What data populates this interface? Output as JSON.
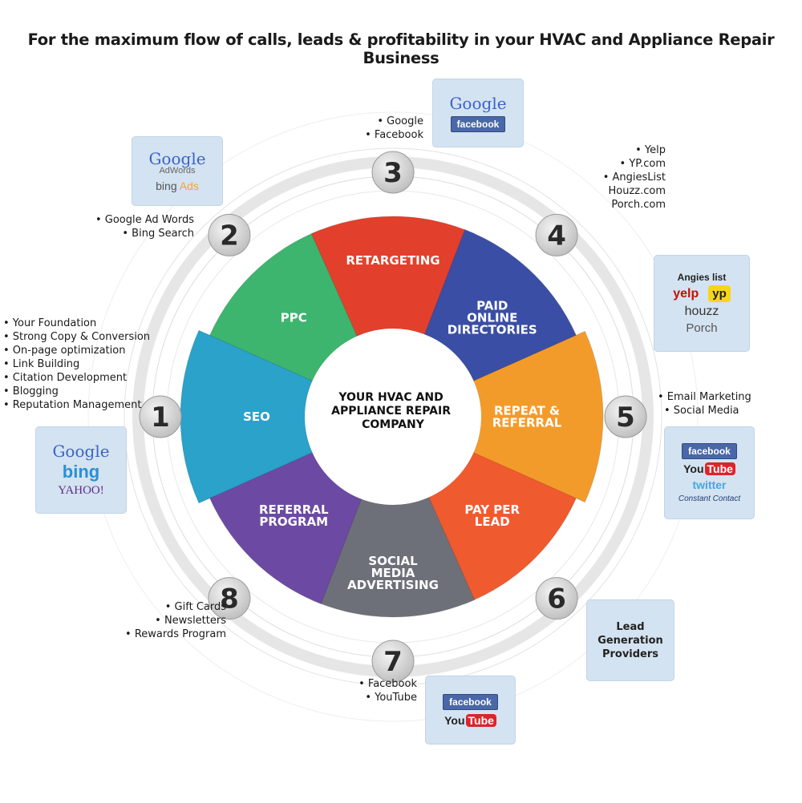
{
  "title": "For the maximum flow of calls, leads & profitability in your HVAC and Appliance Repair Business",
  "center": [
    "YOUR HVAC AND",
    "APPLIANCE REPAIR",
    "COMPANY"
  ],
  "segments": [
    {
      "label": [
        "SEO"
      ],
      "color": "#2aa2c9"
    },
    {
      "label": [
        "PPC"
      ],
      "color": "#3db56e"
    },
    {
      "label": [
        "RETARGETING"
      ],
      "color": "#e2402c"
    },
    {
      "label": [
        "PAID",
        "ONLINE",
        "DIRECTORIES"
      ],
      "color": "#3a4ea6"
    },
    {
      "label": [
        "REPEAT &",
        "REFERRAL"
      ],
      "color": "#f39b2a"
    },
    {
      "label": [
        "PAY PER",
        "LEAD"
      ],
      "color": "#f05a2f"
    },
    {
      "label": [
        "SOCIAL",
        "MEDIA",
        "ADVERTISING"
      ],
      "color": "#6e7079"
    },
    {
      "label": [
        "REFERRAL",
        "PROGRAM"
      ],
      "color": "#6c4aa3"
    }
  ],
  "numbers": [
    "1",
    "2",
    "3",
    "4",
    "5",
    "6",
    "7",
    "8"
  ],
  "bullets": {
    "seo": [
      "• Your Foundation",
      "• Strong Copy & Conversion",
      "• On-page optimization",
      "• Link Building",
      "• Citation Development",
      "• Blogging",
      "• Reputation Management"
    ],
    "ppc": [
      "• Google Ad Words",
      "• Bing Search"
    ],
    "retargeting": [
      "• Google",
      "• Facebook"
    ],
    "directories": [
      "• Yelp",
      "• YP.com",
      "• AngiesList",
      "Houzz.com",
      "Porch.com"
    ],
    "repeat": [
      "• Email Marketing",
      "• Social Media"
    ],
    "social": [
      "• Facebook",
      "• YouTube"
    ],
    "referral": [
      "• Gift Cards",
      "• Newsletters",
      "• Rewards Program"
    ]
  },
  "logos": {
    "google": "Google",
    "adwords": "AdWords",
    "bing_ads": "bing",
    "ads": "Ads",
    "bing": "bing",
    "yahoo": "YAHOO!",
    "facebook": "facebook",
    "you": "You",
    "tube": "Tube",
    "angies": "Angies list",
    "yelp": "yelp",
    "yp": "yp",
    "houzz": "houzz",
    "porch": "Porch",
    "twitter": "twitter",
    "constant_contact": "Constant Contact"
  },
  "lead_box": [
    "Lead",
    "Generation",
    "Providers"
  ]
}
